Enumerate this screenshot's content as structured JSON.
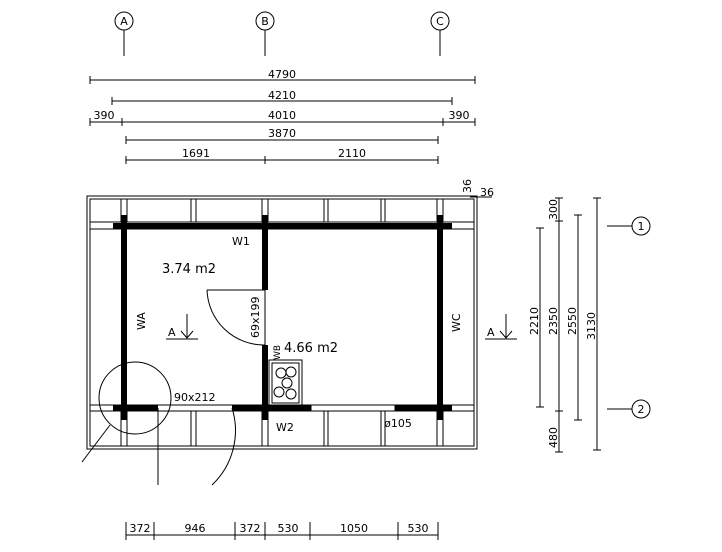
{
  "axes": {
    "a": "A",
    "b": "B",
    "c": "C",
    "row1": "1",
    "row2": "2"
  },
  "top_dims": {
    "overall": "4790",
    "d4210": "4210",
    "left390": "390",
    "d4010": "4010",
    "right390": "390",
    "d3870": "3870",
    "d1691": "1691",
    "d2110": "2110",
    "d36a": "36",
    "d36b": "36"
  },
  "bottom_dims": [
    "372",
    "946",
    "372",
    "530",
    "1050",
    "530"
  ],
  "right_dims": {
    "d300": "300",
    "d2210": "2210",
    "d2350": "2350",
    "d2550": "2550",
    "d3130": "3130",
    "d480": "480"
  },
  "rooms": {
    "room1_area": "3.74 m2",
    "room2_area": "4.66 m2"
  },
  "labels": {
    "inner_door": "69x199",
    "outer_door": "90x212",
    "chimney": "ø105",
    "section_left": "A",
    "section_right": "A",
    "wall_1": "W1",
    "wall_2": "W2",
    "wall_a": "WA",
    "wall_b": "WB",
    "wall_c": "WC"
  }
}
